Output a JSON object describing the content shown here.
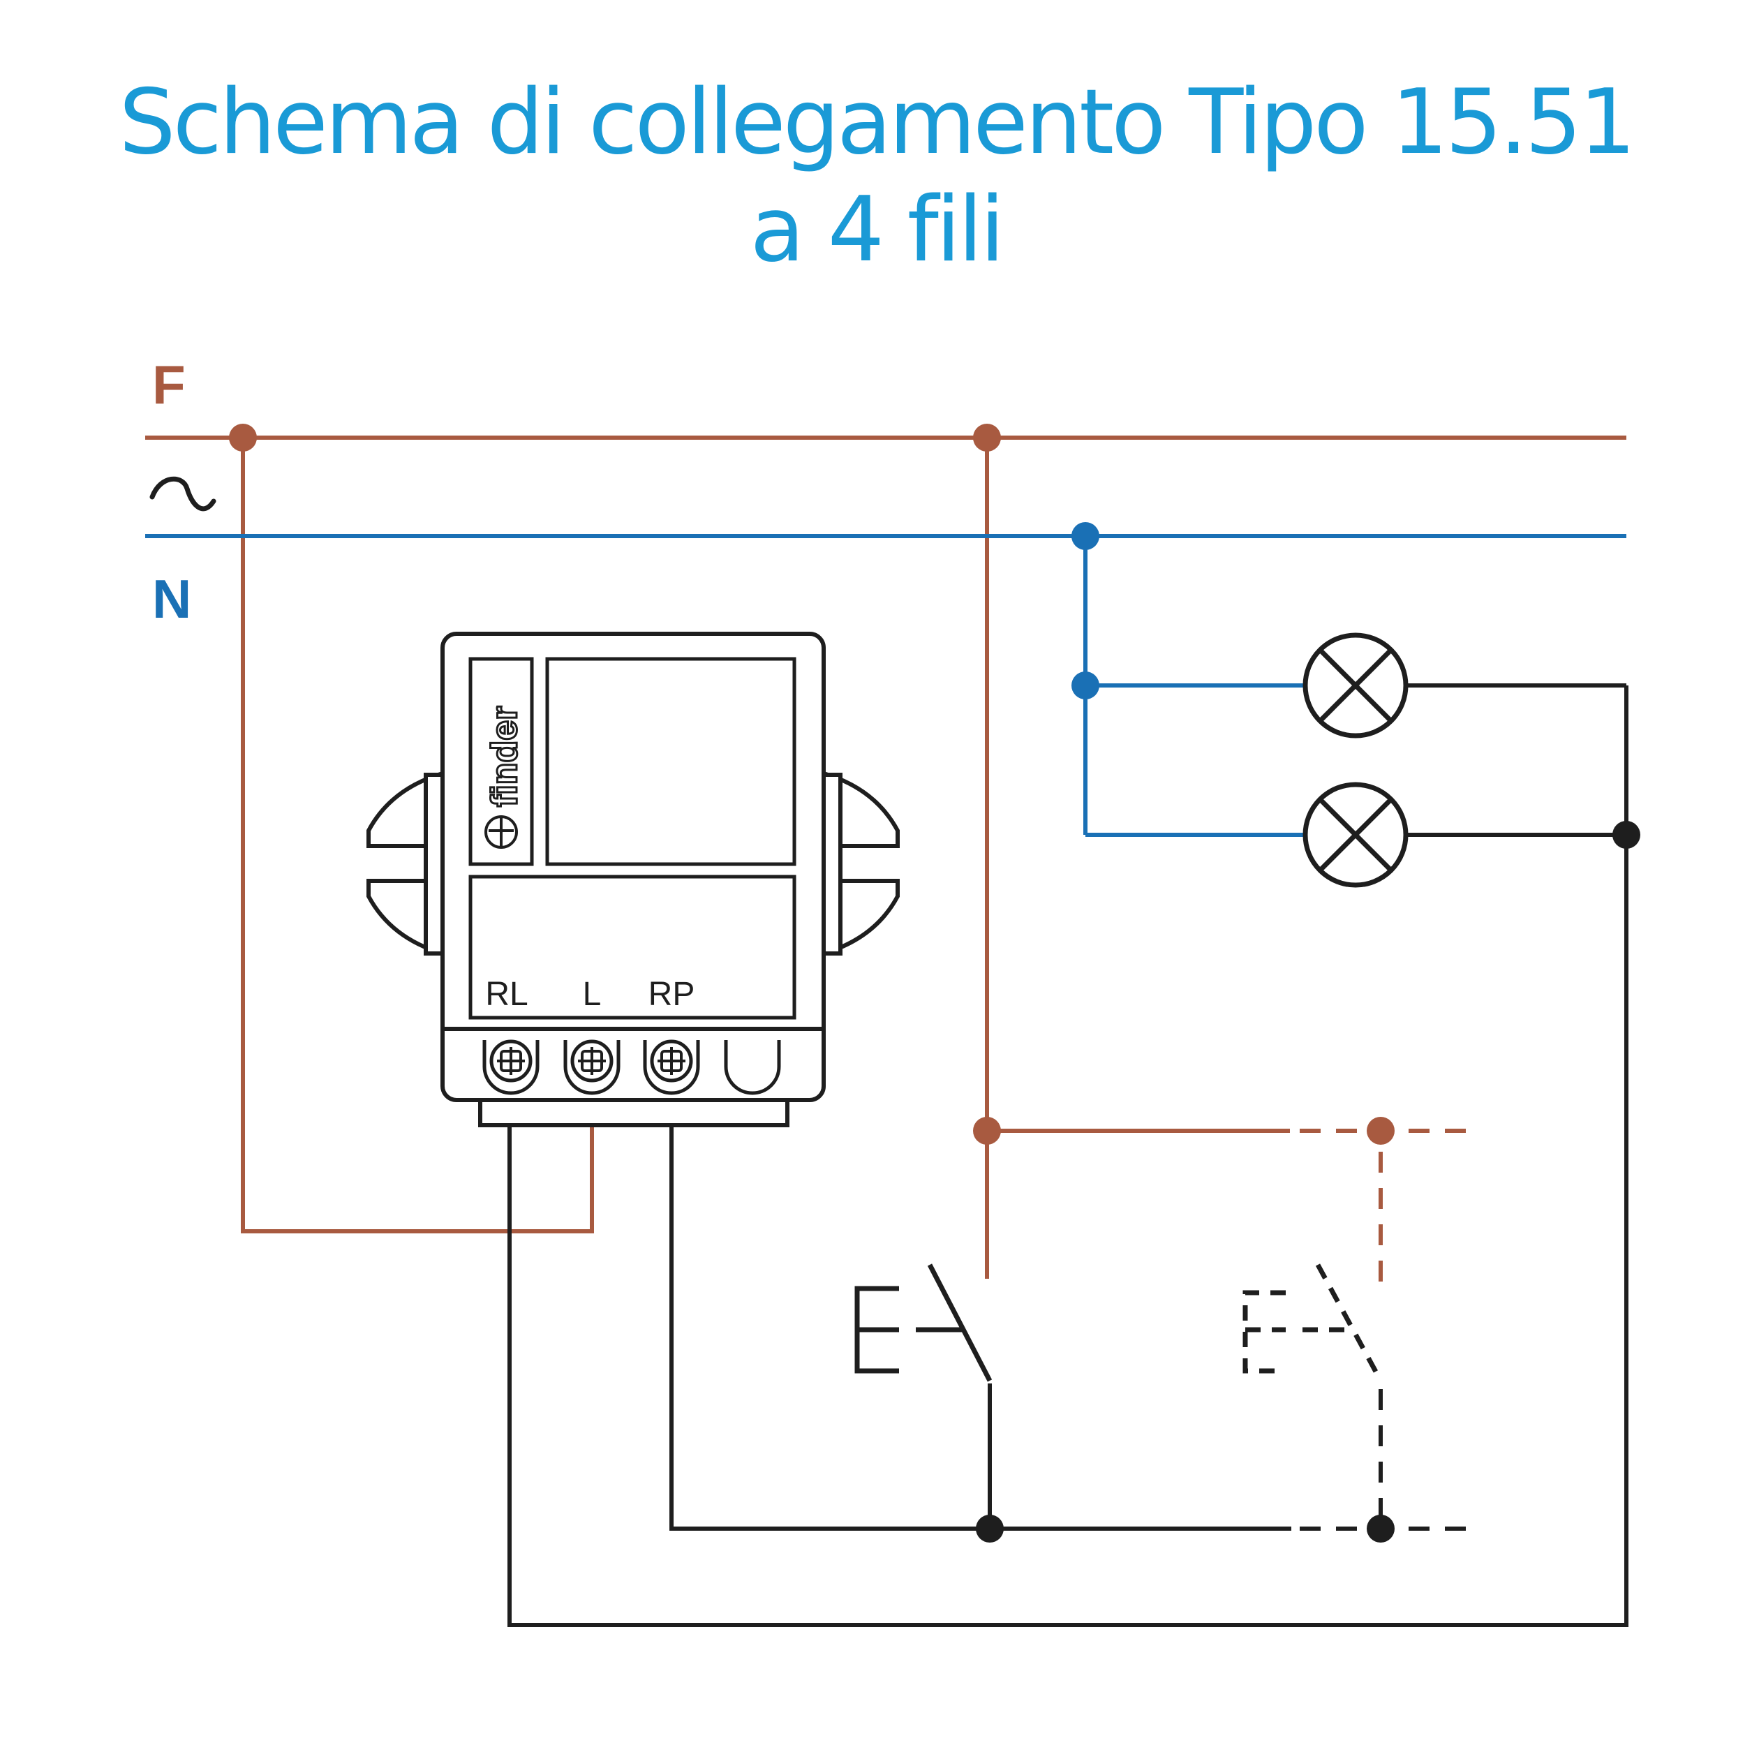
{
  "title": {
    "line1": "Schema di collegamento Tipo 15.51",
    "line2": "a 4 fili"
  },
  "lines": {
    "phase_label": "F",
    "ac_symbol": "~",
    "neutral_label": "N"
  },
  "device": {
    "brand": "finder",
    "terminals": [
      "RL",
      "L",
      "RP"
    ]
  },
  "switch_label": "E",
  "colors": {
    "title": "#1a9ad6",
    "phase": "#a85a40",
    "neutral": "#1a70b5",
    "wire": "#1e1e1e",
    "device_stroke": "#1e1e1e"
  },
  "icons": {
    "lamp": "lamp-cross-icon",
    "switch": "pushbutton-icon",
    "terminal": "screw-terminal-icon",
    "logo": "finder-logo-icon"
  }
}
